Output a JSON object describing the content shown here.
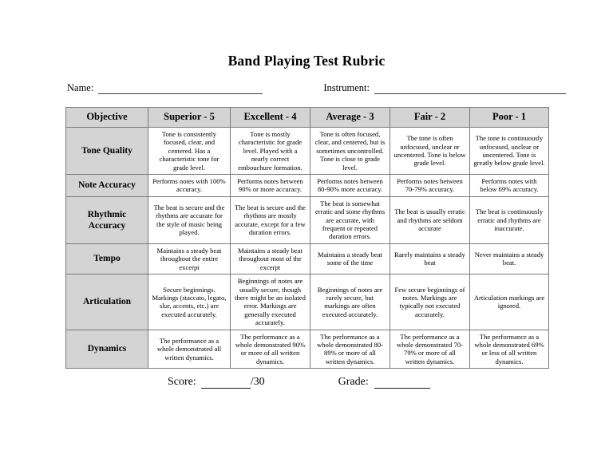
{
  "document": {
    "title": "Band Playing Test Rubric"
  },
  "identity": {
    "name_label": "Name:",
    "instrument_label": "Instrument:"
  },
  "table": {
    "headers": [
      "Objective",
      "Superior - 5",
      "Excellent - 4",
      "Average - 3",
      "Fair - 2",
      "Poor - 1"
    ],
    "rows": [
      {
        "objective": "Tone Quality",
        "cells": [
          "Tone is consistently focused, clear, and centered.  Has a characteristic tone for grade level.",
          "Tone is mostly characteristic for grade level. Played with a nearly correct embouchure formation.",
          "Tone is often focused, clear, and centered, but is sometimes uncontrolled.  Tone is close to grade level.",
          "The tone is often unfocused, unclear or uncentered. Tone is below grade level.",
          "The tone is continuously unfocused, unclear or uncentered. Tone is greatly below grade level."
        ]
      },
      {
        "objective": "Note Accuracy",
        "cells": [
          "Performs notes with 100% accuracy.",
          "Performs notes between 90% or more accuracy.",
          "Performs notes between 80-90% more accuracy.",
          "Performs notes between 70-79% accuracy.",
          "Performs notes with below 69% accuracy."
        ]
      },
      {
        "objective": "Rhythmic Accuracy",
        "cells": [
          "The beat is secure and the rhythms are accurate for the style of music being played.",
          "The beat is secure and the rhythms are mostly accurate, except for a few duration errors.",
          "The beat is somewhat erratic and some rhythms are accurate, with frequent or repeated duration errors.",
          "The beat is usually erratic and rhythms are seldom accurate",
          "The beat is continuously erratic and rhythms are inaccurate."
        ]
      },
      {
        "objective": "Tempo",
        "cells": [
          "Maintains a steady beat throughout the entire excerpt",
          "Maintains a steady beat throughout most of the excerpt",
          "Maintains a steady beat some of the time",
          "Rarely maintains a steady beat",
          "Never maintains a steady beat."
        ]
      },
      {
        "objective": "Articulation",
        "cells": [
          "Secure beginnings. Markings (staccato, legato, slur, accents, etc.) are executed accurately.",
          "Beginnings of notes are usually secure, though there might be an isolated error. Markings are generally executed accurately.",
          "Beginnings of notes are rarely secure, but markings are often executed accurately.",
          "Few secure beginnings of notes. Markings are typically not executed accurately.",
          "Articulation markings are ignored."
        ]
      },
      {
        "objective": "Dynamics",
        "cells": [
          "The performance as a whole demonstrated all written dynamics.",
          "The performance as a whole demonstrated 90% or more of all written dynamics.",
          "The performance as a whole demonstrated 80-89% or more of all written dynamics.",
          "The performance as a whole demonstrated 70-79% or more of all written dynamics.",
          "The performance as a whole demonstrated 69% or less of all written dynamics."
        ]
      }
    ]
  },
  "footer": {
    "score_label": "Score:",
    "score_total": "/30",
    "grade_label": "Grade:"
  }
}
